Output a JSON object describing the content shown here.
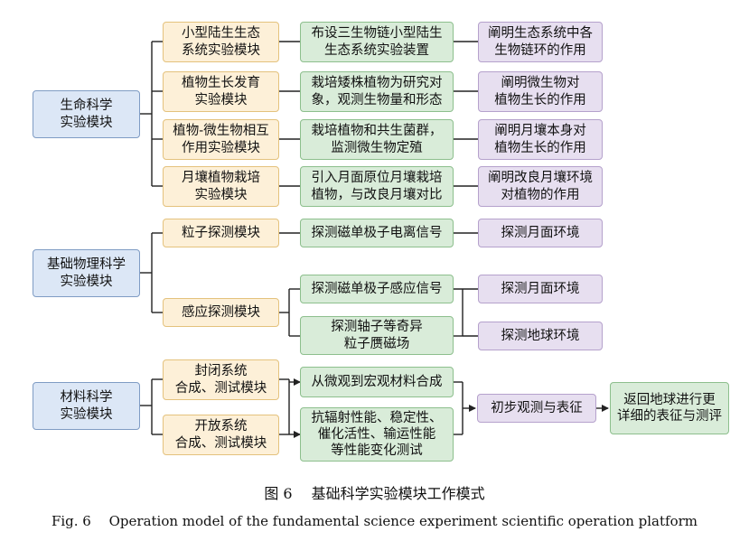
{
  "modules": {
    "life": "生命科学\n实验模块",
    "physics": "基础物理科学\n实验模块",
    "material": "材料科学\n实验模块"
  },
  "life_rows": [
    {
      "sub": "小型陆生生态\n系统实验模块",
      "method": "布设三生物链小型陆生\n生态系统实验装置",
      "goal": "阐明生态系统中各\n生物链环的作用"
    },
    {
      "sub": "植物生长发育\n实验模块",
      "method": "栽培矮株植物为研究对\n象，观测生物量和形态",
      "goal": "阐明微生物对\n植物生长的作用"
    },
    {
      "sub": "植物-微生物相互\n作用实验模块",
      "method": "栽培植物和共生菌群，\n监测微生物定殖",
      "goal": "阐明月壤本身对\n植物生长的作用"
    },
    {
      "sub": "月壤植物栽培\n实验模块",
      "method": "引入月面原位月壤栽培\n植物，与改良月壤对比",
      "goal": "阐明改良月壤环境\n对植物的作用"
    }
  ],
  "physics": {
    "particle": {
      "sub": "粒子探测模块",
      "method": "探测磁单极子电离信号",
      "goal": "探测月面环境"
    },
    "induction": {
      "sub": "感应探测模块",
      "method1": "探测磁单极子感应信号",
      "method2": "探测轴子等奇异\n粒子赝磁场",
      "goal1": "探测月面环境",
      "goal2": "探测地球环境"
    }
  },
  "material": {
    "closed": "封闭系统\n合成、测试模块",
    "open": "开放系统\n合成、测试模块",
    "synth": "从微观到宏观材料合成",
    "props": "抗辐射性能、稳定性、\n催化活性、输运性能\n等性能变化测试",
    "observe": "初步观测与表征",
    "return": "返回地球进行更\n详细的表征与测评"
  },
  "caption": {
    "cn": "图 6　 基础科学实验模块工作模式",
    "en": "Fig. 6　 Operation model of the fundamental science experiment scientific operation platform"
  }
}
